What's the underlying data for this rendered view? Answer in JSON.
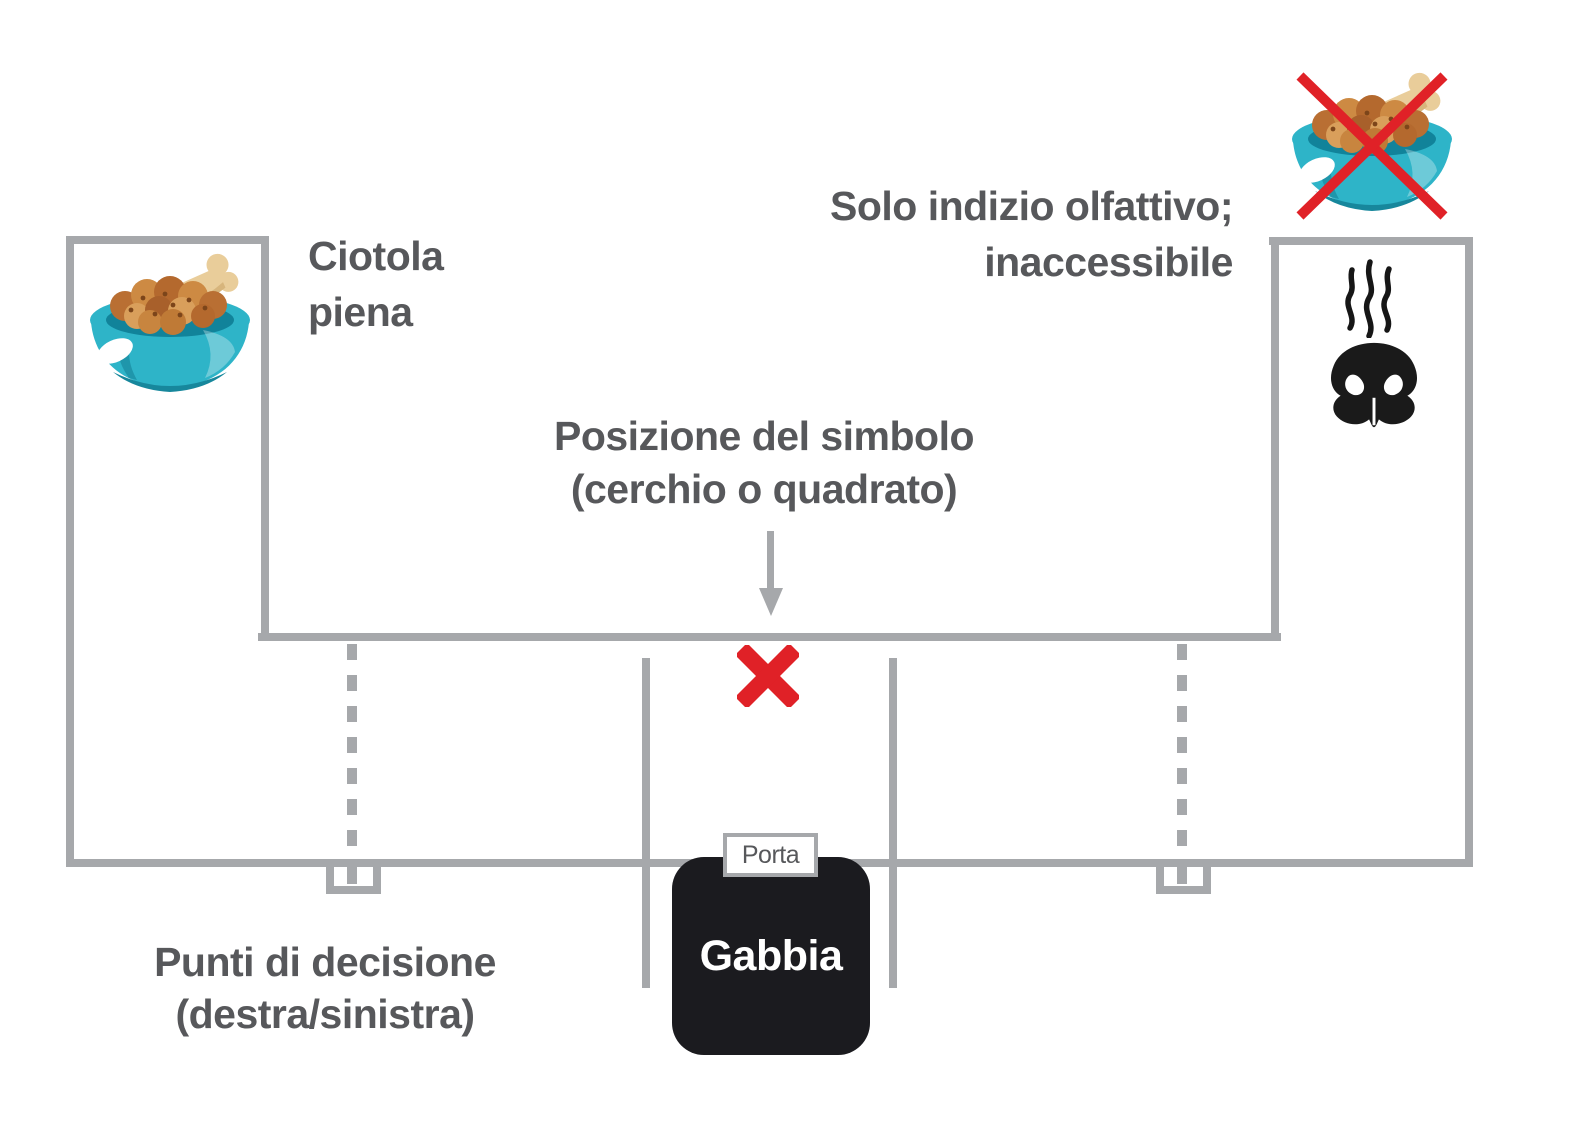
{
  "diagram": {
    "left_arm": {
      "bowl_label_line1": "Ciotola",
      "bowl_label_line2": "piena"
    },
    "right_arm": {
      "olfactory_line1": "Solo indizio olfattivo;",
      "olfactory_line2": "inaccessibile"
    },
    "center": {
      "symbol_line1": "Posizione del simbolo",
      "symbol_line2": "(cerchio o quadrato)"
    },
    "bottom": {
      "decision_line1": "Punti di decisione",
      "decision_line2": "(destra/sinistra)",
      "door_label": "Porta",
      "cage_label": "Gabbia"
    }
  },
  "icons": {
    "full_bowl": "dog-food-bowl-full",
    "inaccessible_bowl": "dog-food-bowl-crossed-out",
    "nose": "dog-nose",
    "scent": "scent-waves",
    "red_x": "symbol-position-x-marker",
    "down_arrow": "pointer-arrow"
  },
  "colors": {
    "wall_gray": "#a6a8ab",
    "text_gray": "#57585b",
    "marker_red": "#e02127",
    "cage_black": "#1b1b1f",
    "bowl_teal": "#2eb4c8"
  }
}
